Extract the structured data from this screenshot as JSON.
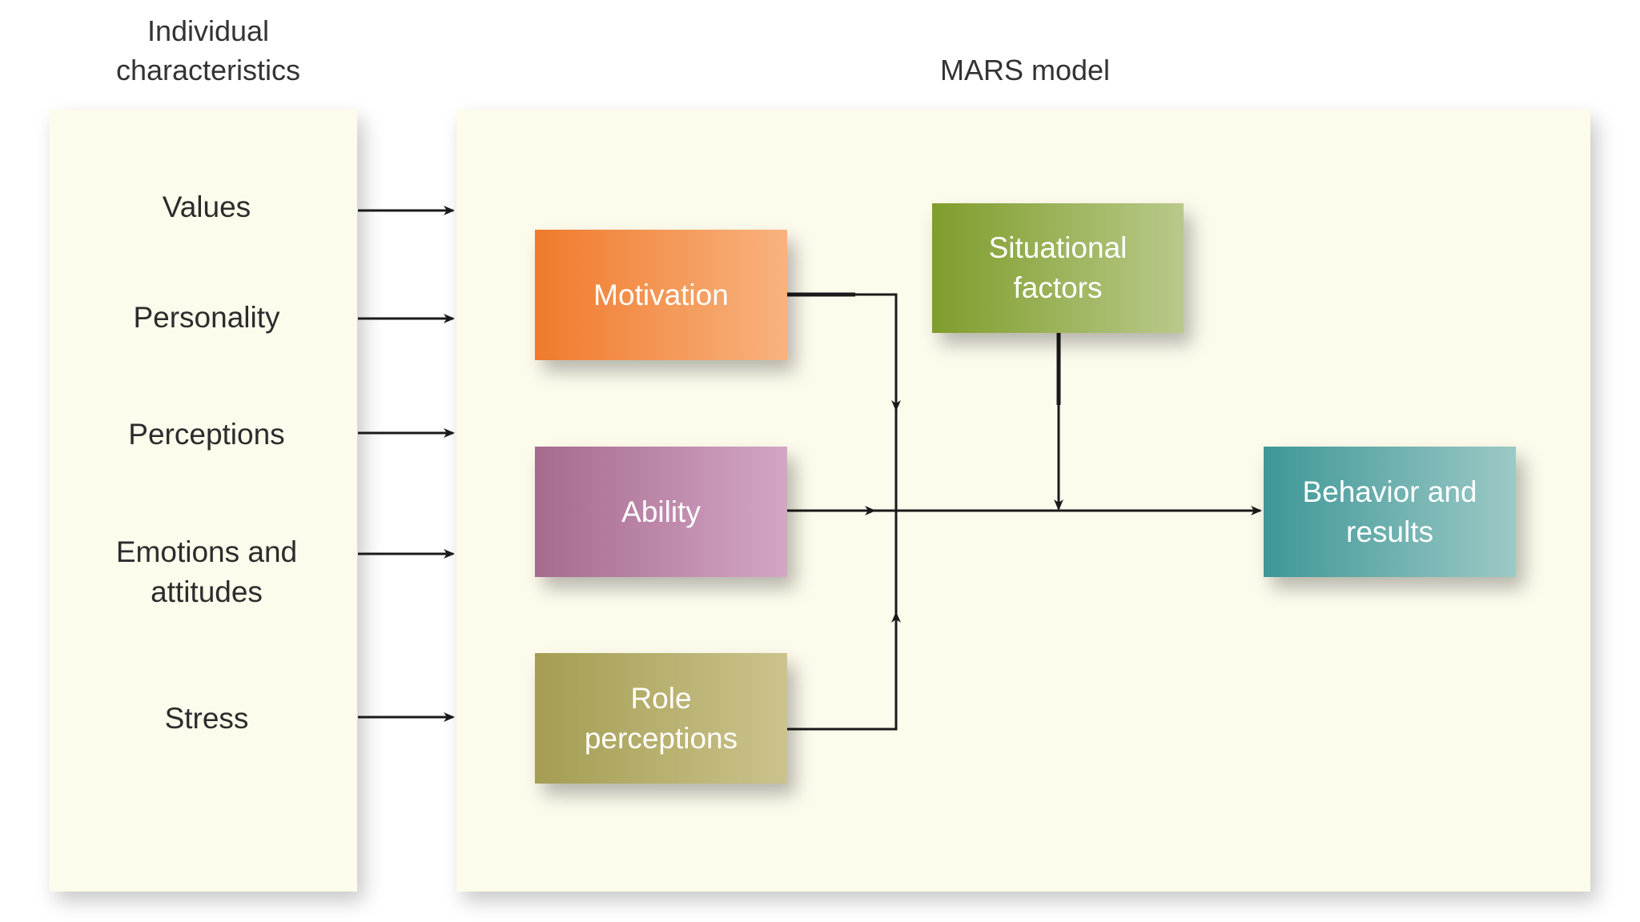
{
  "headings": {
    "individual_characteristics": "Individual characteristics",
    "mars_model": "MARS model"
  },
  "characteristics": [
    "Values",
    "Personality",
    "Perceptions",
    "Emotions and attitudes",
    "Stress"
  ],
  "mars": {
    "motivation": "Motivation",
    "ability": "Ability",
    "role_perceptions": "Role perceptions",
    "situational_factors": "Situational factors",
    "behavior_and_results": "Behavior and results"
  },
  "colors": {
    "panel_bg": "#fdfbec",
    "motivation": [
      "#f07a2c",
      "#f8b37e"
    ],
    "ability": [
      "#a66a8f",
      "#d3a6c4"
    ],
    "role_perceptions": [
      "#a49d52",
      "#cbc38c"
    ],
    "situational_factors": [
      "#7f9d2c",
      "#b9c98a"
    ],
    "behavior_and_results": [
      "#3e9797",
      "#9cc9c6"
    ],
    "line": "#1a1a1a"
  }
}
